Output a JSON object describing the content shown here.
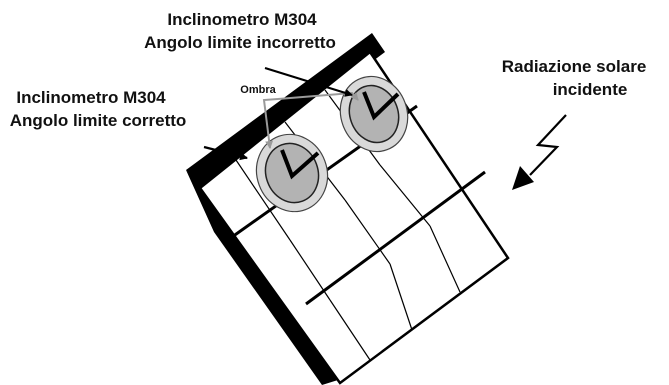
{
  "labels": {
    "incorrect_line1": "Inclinometro M304",
    "incorrect_line2": "Angolo limite incorretto",
    "correct_line1": "Inclinometro M304",
    "correct_line2": "Angolo limite corretto",
    "shadow": "Ombra",
    "radiation_line1": "Radiazione solare",
    "radiation_line2": "incidente"
  },
  "panel": {
    "rows": 3,
    "columns": 4,
    "colors": {
      "frame": "#000000",
      "cell": "#ffffff",
      "sensor_outer": "#d9d9d9",
      "sensor_inner": "#b3b3b3",
      "shadow_arrow": "#9a9a9a"
    }
  },
  "icons": [
    "radiation-lightning-arrow-icon",
    "pointer-arrow-icon",
    "sensor-dial-icon"
  ]
}
